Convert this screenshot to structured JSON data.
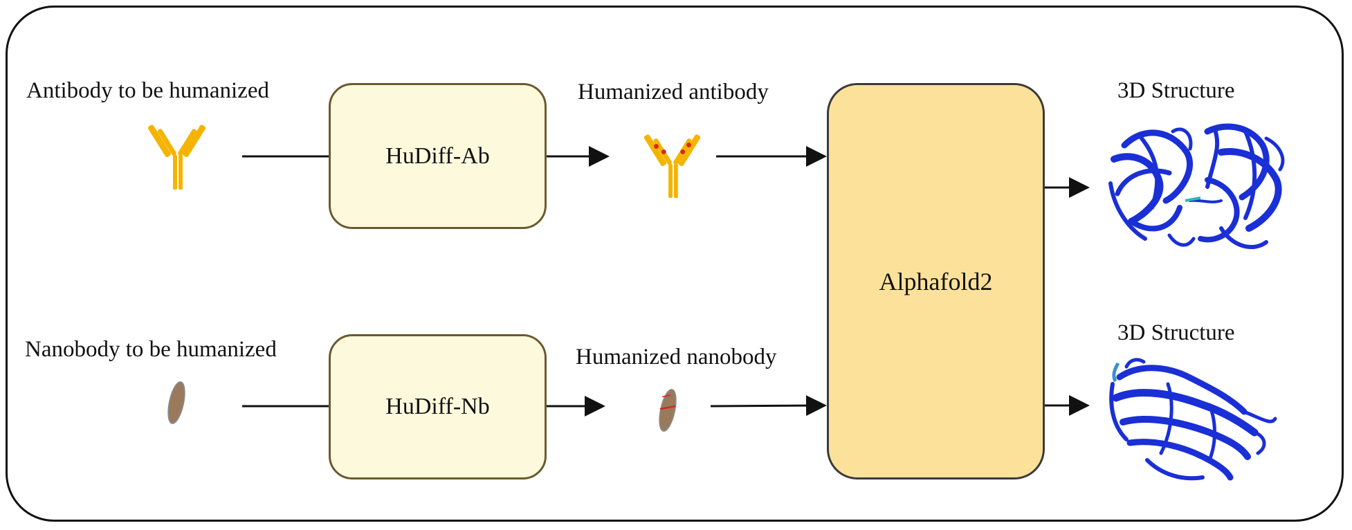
{
  "inputs": {
    "antibody_label": "Antibody to be humanized",
    "nanobody_label": "Nanobody to be humanized"
  },
  "models": {
    "antibody_model": "HuDiff-Ab",
    "nanobody_model": "HuDiff-Nb",
    "structure_model": "Alphafold2"
  },
  "outputs": {
    "humanized_antibody_label": "Humanized antibody",
    "humanized_nanobody_label": "Humanized nanobody",
    "structure_top_label": "3D Structure",
    "structure_bottom_label": "3D Structure"
  },
  "colors": {
    "antibody": "#f5b400",
    "nanobody": "#9a7a5c",
    "mutation_mark": "#d6281e",
    "model_box_fill": "#fdf9dc",
    "alphafold_fill": "#fbe19a",
    "structure_ribbon": "#1a2fd6"
  },
  "icons": {
    "antibody": "antibody-y-icon",
    "nanobody": "nanobody-oval-icon",
    "structure": "protein-ribbon-icon"
  }
}
